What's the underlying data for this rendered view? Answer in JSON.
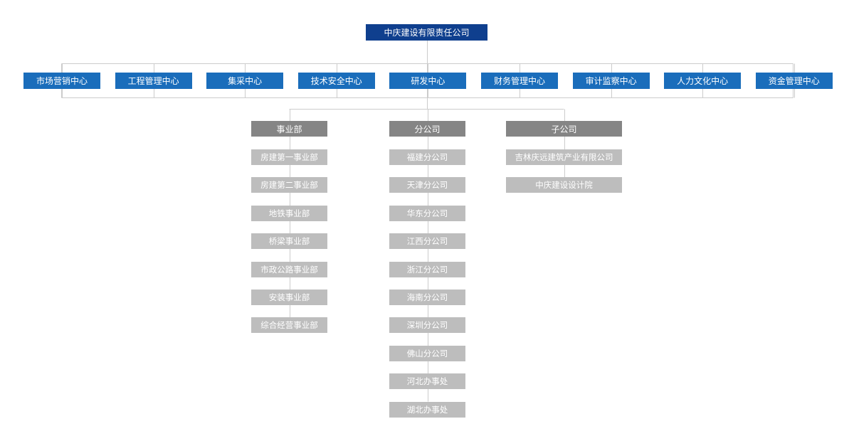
{
  "root": {
    "label": "中庆建设有限责任公司"
  },
  "departments": [
    "市场营销中心",
    "工程管理中心",
    "集采中心",
    "技术安全中心",
    "研发中心",
    "财务管理中心",
    "审计监察中心",
    "人力文化中心",
    "资金管理中心"
  ],
  "groups": [
    {
      "label": "事业部",
      "items": [
        "房建第一事业部",
        "房建第二事业部",
        "地铁事业部",
        "桥梁事业部",
        "市政公路事业部",
        "安装事业部",
        "综合经营事业部"
      ]
    },
    {
      "label": "分公司",
      "items": [
        "福建分公司",
        "天津分公司",
        "华东分公司",
        "江西分公司",
        "浙江分公司",
        "海南分公司",
        "深圳分公司",
        "佛山分公司",
        "河北办事处",
        "湖北办事处"
      ]
    },
    {
      "label": "子公司",
      "items": [
        "吉林庆远建筑产业有限公司",
        "中庆建设设计院"
      ]
    }
  ],
  "colors": {
    "root": "#0f3f8e",
    "department": "#1a6dbb",
    "group": "#858585",
    "leaf": "#bdbdbd",
    "connector": "#cccccc"
  }
}
